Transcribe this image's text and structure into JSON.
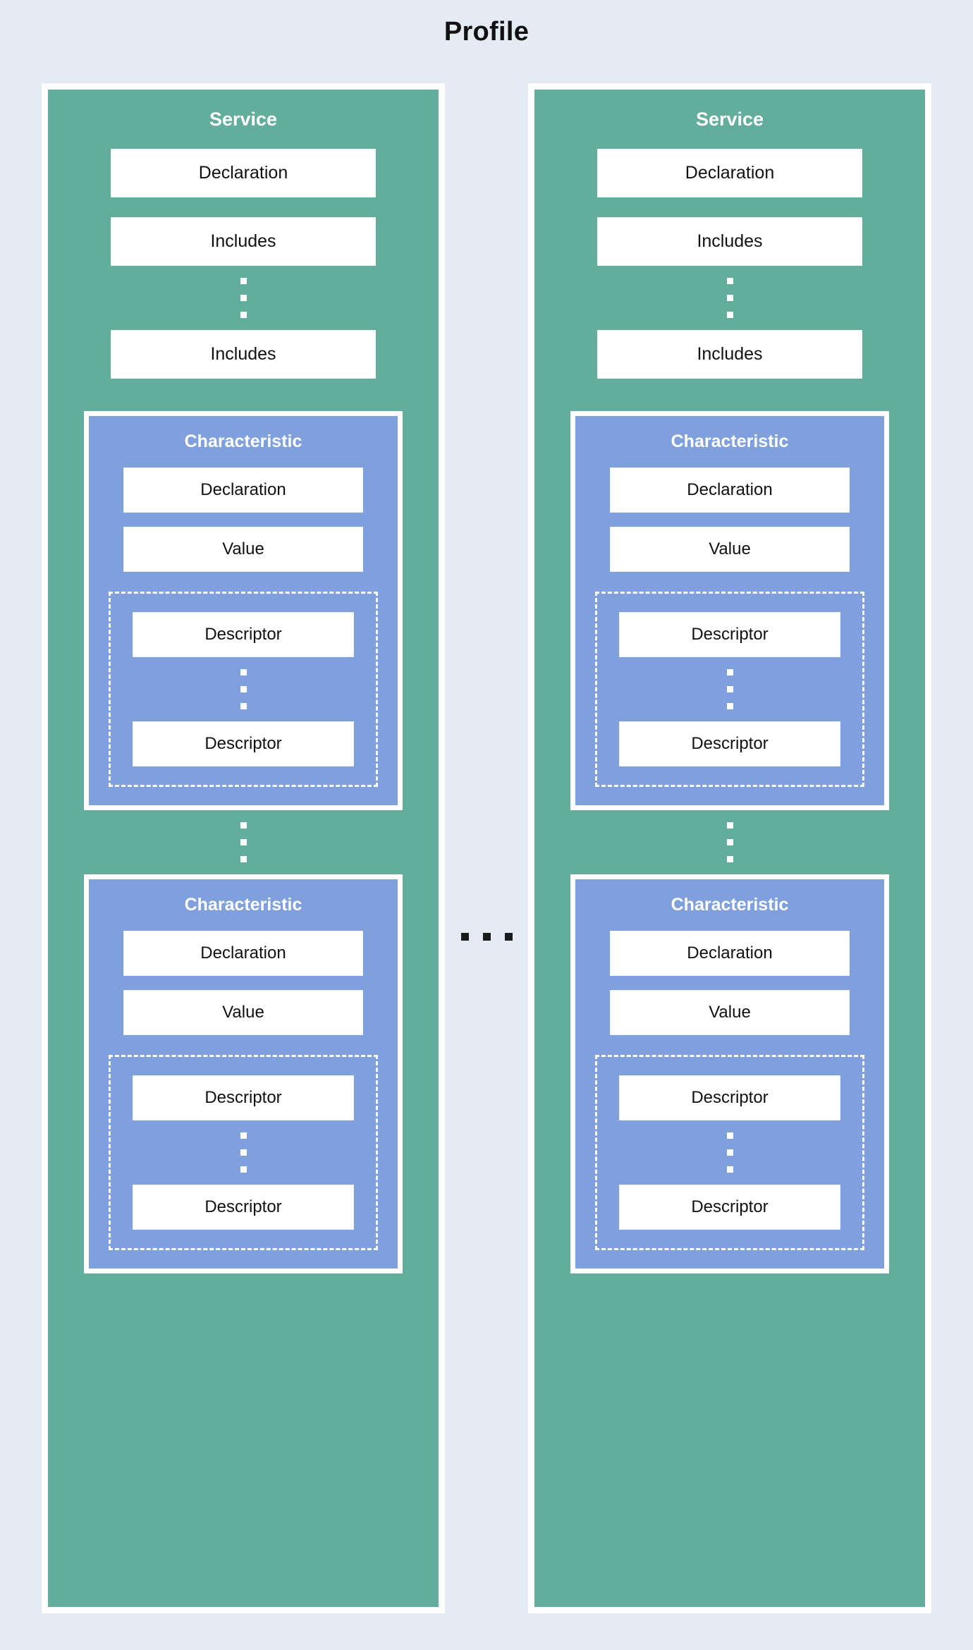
{
  "title": "Profile",
  "colors": {
    "background": "#e4ebf4",
    "service_fill": "#63ad9c",
    "characteristic_fill": "#7fa0dc",
    "leaf_fill": "#ffffff",
    "border": "#ffffff",
    "text_dark": "#111111",
    "text_light": "#ffffff",
    "ellipsis_dark": "#1a1a1a"
  },
  "labels": {
    "service": "Service",
    "declaration": "Declaration",
    "includes": "Includes",
    "characteristic": "Characteristic",
    "value": "Value",
    "descriptor": "Descriptor"
  },
  "services": [
    {
      "title": "Service",
      "declaration": "Declaration",
      "includes_first": "Includes",
      "includes_last": "Includes",
      "characteristics": [
        {
          "title": "Characteristic",
          "declaration": "Declaration",
          "value": "Value",
          "descriptor_first": "Descriptor",
          "descriptor_last": "Descriptor"
        },
        {
          "title": "Characteristic",
          "declaration": "Declaration",
          "value": "Value",
          "descriptor_first": "Descriptor",
          "descriptor_last": "Descriptor"
        }
      ]
    },
    {
      "title": "Service",
      "declaration": "Declaration",
      "includes_first": "Includes",
      "includes_last": "Includes",
      "characteristics": [
        {
          "title": "Characteristic",
          "declaration": "Declaration",
          "value": "Value",
          "descriptor_first": "Descriptor",
          "descriptor_last": "Descriptor"
        },
        {
          "title": "Characteristic",
          "declaration": "Declaration",
          "value": "Value",
          "descriptor_first": "Descriptor",
          "descriptor_last": "Descriptor"
        }
      ]
    }
  ],
  "ellipsis": {
    "vertical_glyph": "vertical-ellipsis",
    "horizontal_glyph": "horizontal-ellipsis",
    "dot_count": 3
  }
}
